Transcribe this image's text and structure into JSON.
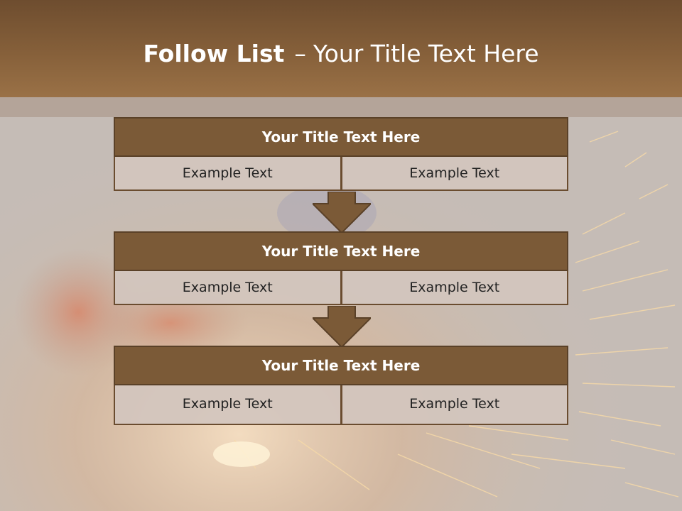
{
  "title": {
    "bold": "Follow List",
    "dash": "–",
    "rest": "Your Title Text Here"
  },
  "steps": [
    {
      "title": "Your Title Text Here",
      "left": "Example Text",
      "right": "Example Text"
    },
    {
      "title": "Your Title Text Here",
      "left": "Example Text",
      "right": "Example Text"
    },
    {
      "title": "Your Title Text Here",
      "left": "Example Text",
      "right": "Example Text"
    }
  ],
  "colors": {
    "header": "#86603a",
    "title_bar": "#7b5a37",
    "cell": "#d2c6be",
    "arrow": "#7b5a37"
  }
}
